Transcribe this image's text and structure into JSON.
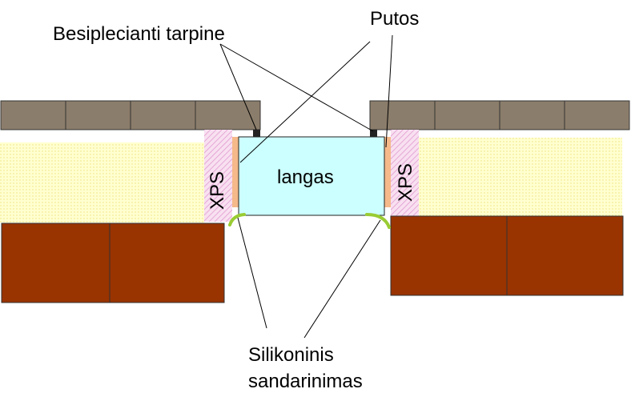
{
  "labels": {
    "gasket": "Besiplecianti tarpine",
    "foam": "Putos",
    "window": "langas",
    "xps_left": "XPS",
    "xps_right": "XPS",
    "sealant_line1": "Silikoninis",
    "sealant_line2": "sandarinimas"
  },
  "colors": {
    "facing_brick": "#8b7d6b",
    "insulation": "#ffffcc",
    "xps": "#f2c8e6",
    "wall_brick": "#993300",
    "window": "#ccffff",
    "foam": "#f5b98a",
    "sealant": "#99cc33",
    "gasket": "#222222"
  }
}
